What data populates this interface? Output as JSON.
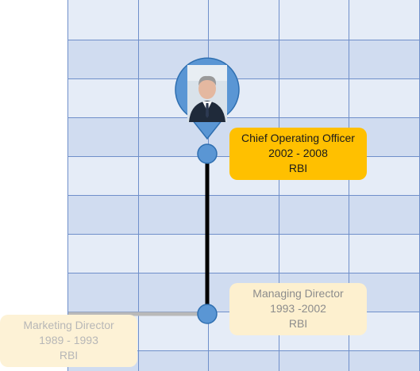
{
  "grid": {
    "colors": {
      "band_light": "#e5ecf7",
      "band_dark": "#d0dcf0",
      "line": "#6f8fca"
    }
  },
  "timeline": {
    "colors": {
      "node_fill": "#5a96d4",
      "node_stroke": "#2f6fb0",
      "active_line": "#000000",
      "inactive_line": "#b9b9b9",
      "pin_fill": "#5a96d4",
      "pin_stroke": "#2f6fb0"
    }
  },
  "portrait": {
    "icon": "person-photo-icon"
  },
  "positions": [
    {
      "title": "Chief Operating Officer",
      "years": "2002 - 2008",
      "company": "RBI",
      "state": "active",
      "color": "#ffc000"
    },
    {
      "title": "Managing Director",
      "years": "1993 -2002",
      "company": "RBI",
      "state": "faded",
      "color": "#fdf0cf"
    },
    {
      "title": "Marketing Director",
      "years": "1989 - 1993",
      "company": "RBI",
      "state": "faded",
      "color": "#fdf2d6"
    }
  ]
}
